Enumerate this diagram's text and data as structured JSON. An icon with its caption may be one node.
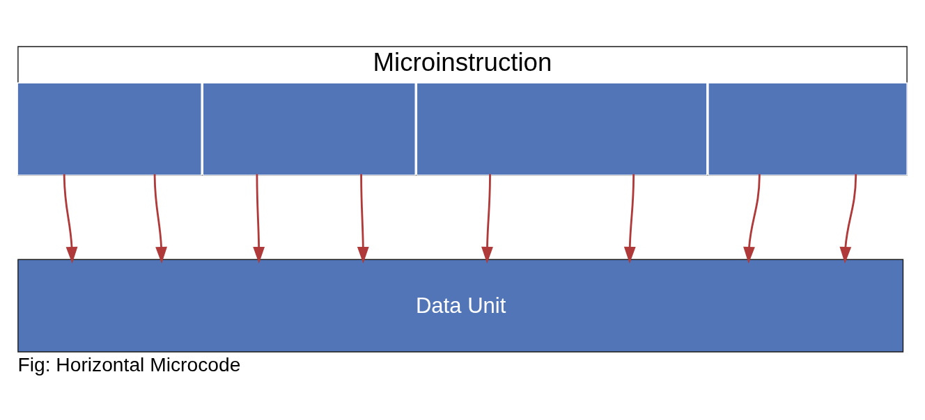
{
  "diagram": {
    "caption": "Fig: Horizontal Microcode",
    "nodes": [
      {
        "text": [
          "Microinstruction"
        ]
      },
      {
        "text": [],
        "shape": "box",
        "in": 0
      },
      {
        "text": [],
        "shape": "box",
        "in": 0
      },
      {
        "text": [],
        "shape": "box",
        "in": 0
      },
      {
        "text": [],
        "shape": "box",
        "in": 0
      },
      {
        "text": [
          "Data Unit"
        ]
      }
    ],
    "edges": [
      {
        "from": 1,
        "to": 5,
        "arrow": "to"
      },
      {
        "from": 1,
        "to": 5,
        "arrow": "to"
      },
      {
        "from": 2,
        "to": 5,
        "arrow": "to"
      },
      {
        "from": 2,
        "to": 5,
        "arrow": "to"
      },
      {
        "from": 3,
        "to": 5,
        "arrow": "to"
      },
      {
        "from": 3,
        "to": 5,
        "arrow": "to"
      },
      {
        "from": 4,
        "to": 5,
        "arrow": "to"
      },
      {
        "from": 4,
        "to": 5,
        "arrow": "to"
      }
    ]
  }
}
